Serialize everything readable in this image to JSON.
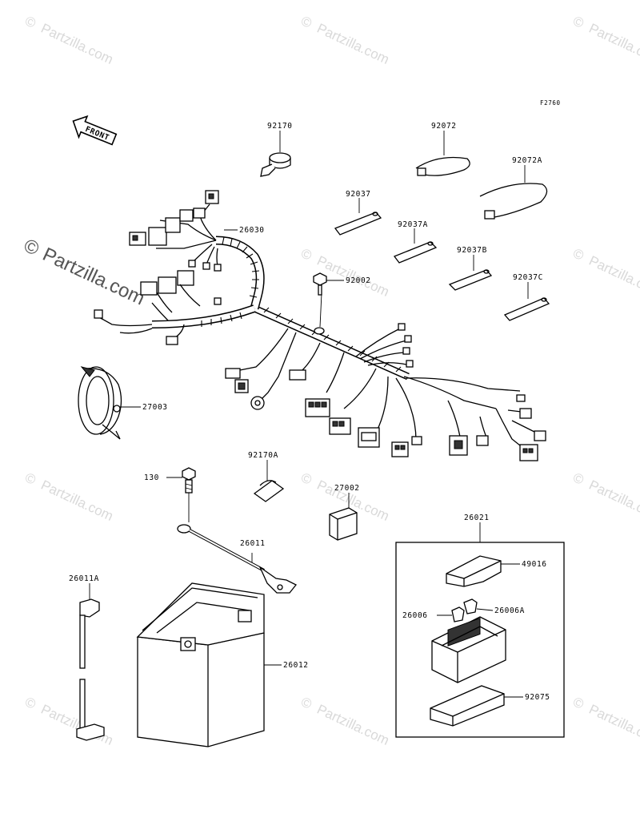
{
  "diagram_code": "F2760",
  "front_label": "FRONT",
  "watermark_symbol": "©",
  "watermark_text": "Partzilla.com",
  "parts": {
    "p92170": "92170",
    "p92072": "92072",
    "p92072A": "92072A",
    "p92037": "92037",
    "p92037A": "92037A",
    "p92037B": "92037B",
    "p92037C": "92037C",
    "p26030": "26030",
    "p92002": "92002",
    "p27003": "27003",
    "p130": "130",
    "p92170A": "92170A",
    "p27002": "27002",
    "p26011": "26011",
    "p26011A": "26011A",
    "p26012": "26012",
    "p26021": "26021",
    "p49016": "49016",
    "p26006A": "26006A",
    "p26006": "26006",
    "p92075": "92075"
  }
}
